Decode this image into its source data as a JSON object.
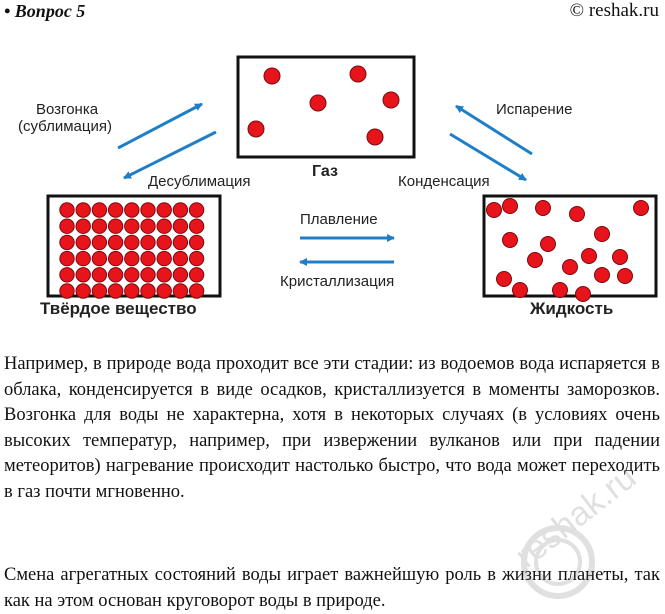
{
  "header": {
    "question": "• Вопрос 5",
    "copyright": "© reshak.ru"
  },
  "diagram": {
    "states": {
      "gas": "Газ",
      "solid": "Твёрдое вещество",
      "liquid": "Жидкость"
    },
    "transitions": {
      "sublimation_line1": "Возгонка",
      "sublimation_line2": "(сублимация)",
      "desublimation": "Десублимация",
      "evaporation": "Испарение",
      "condensation": "Конденсация",
      "melting": "Плавление",
      "crystallization": "Кристаллизация"
    },
    "colors": {
      "particle": "#e8141c",
      "arrow": "#1e7fc8",
      "box_border": "#111111"
    }
  },
  "text": {
    "paragraph1": "Например, в природе вода проходит все эти стадии: из водоемов вода испаряется в облака, конденсируется в виде осадков, кристаллизуется в моменты заморозков. Возгонка для воды не характерна, хотя в некоторых случаях (в условиях очень высоких температур, например, при извержении вулканов или при падении метеоритов) нагревание происходит настолько быстро, что вода может переходить в газ почти мгновенно.",
    "paragraph2": "Смена агрегатных состояний воды играет важнейшую роль в жизни планеты, так как на этом основан круговорот воды в природе.",
    "watermark": "reshak.ru"
  }
}
